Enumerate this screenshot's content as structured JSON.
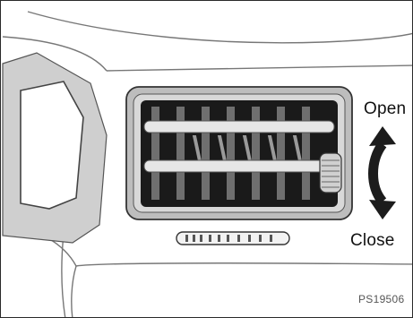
{
  "figure": {
    "labels": {
      "open": "Open",
      "close": "Close",
      "code": "PS19506"
    },
    "colors": {
      "ink": "#111111",
      "panel_gray": "#bdbdbd",
      "vent_dark": "#1a1a1a",
      "slat_light": "#e6e6e6",
      "arrow_dark": "#1c1c1c"
    },
    "icons": {
      "control_arrow": "curved-double-arrow-icon"
    }
  }
}
